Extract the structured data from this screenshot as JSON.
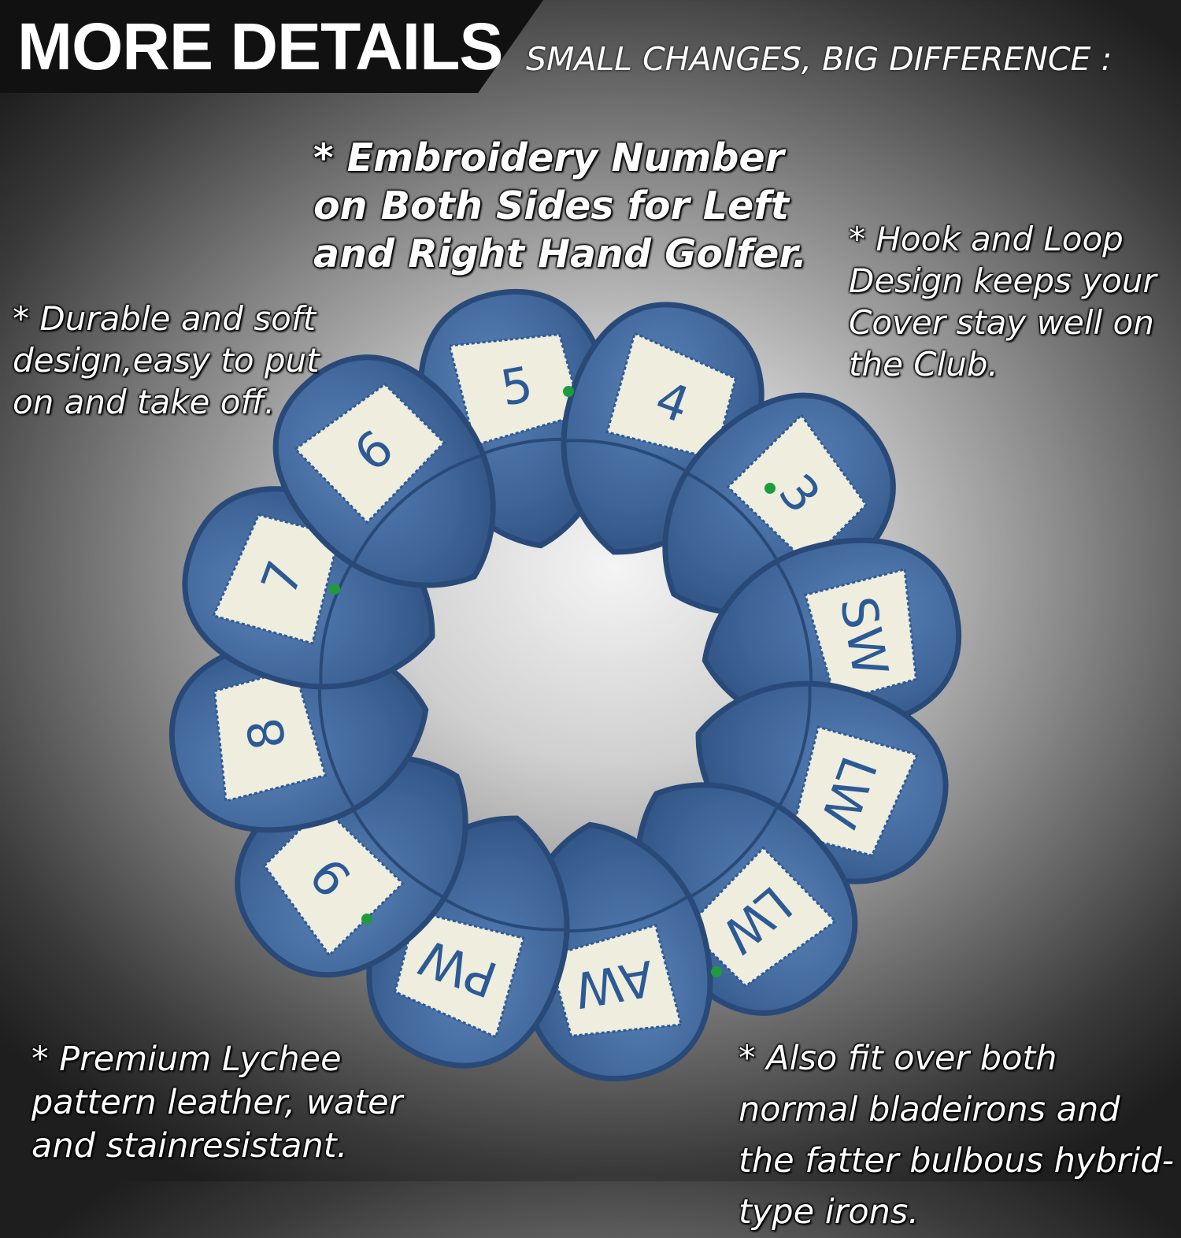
{
  "header": {
    "title": "MORE DETAILS",
    "subtitle": "SMALL CHANGES, BIG DIFFERENCE :"
  },
  "callouts": {
    "embroidery": "* Embroidery Number on Both Sides for Left and Right Hand Golfer.",
    "hook_loop": "* Hook and Loop Design keeps your Cover stay well on the Club.",
    "durable": "* Durable and soft design,easy to put on and take off.",
    "lychee": "* Premium Lychee pattern leather, water and stainresistant.",
    "fit": "* Also fit over both normal bladeirons and the fatter bulbous hybrid-type irons."
  },
  "covers": {
    "labels": [
      "5",
      "4",
      "3",
      "SW",
      "LW",
      "LW",
      "AW",
      "PW",
      "9",
      "8",
      "7",
      "6"
    ],
    "colors": {
      "leather": "#3d6397",
      "leather_dark": "#294a78",
      "patch": "#efeddd",
      "thread": "#2c5a96",
      "dot": "#1e9b3c"
    }
  }
}
